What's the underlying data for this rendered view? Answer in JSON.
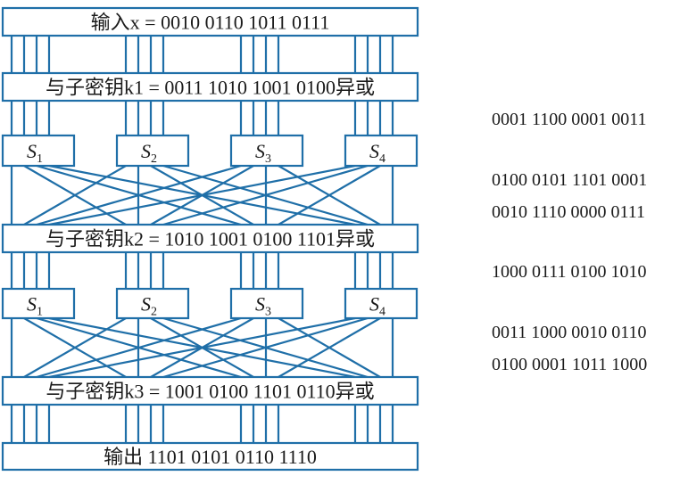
{
  "rows": {
    "input": "输入x = 0010 0110 1011 0111",
    "xor1": "与子密钥k1 = 0011 1010 1001 0100异或",
    "xor2": "与子密钥k2 = 1010 1001 0100 1101异或",
    "xor3": "与子密钥k3 = 1001 0100 1101 0110异或",
    "output": "输出 1101 0101 0110 1110"
  },
  "sboxes": {
    "round1": [
      "S1",
      "S2",
      "S3",
      "S4"
    ],
    "round2": [
      "S1",
      "S2",
      "S3",
      "S4"
    ]
  },
  "side_values": [
    "0001 1100 0001 0011",
    "0100 0101 1101 0001",
    "0010 1110 0000 0111",
    "1000 0111 0100 1010",
    "0011 1000 0010 0110",
    "0100 0001 1011 1000"
  ],
  "colors": {
    "stroke": "#1f6fa8",
    "fill": "#ffffff",
    "text": "#1a1a1a"
  }
}
